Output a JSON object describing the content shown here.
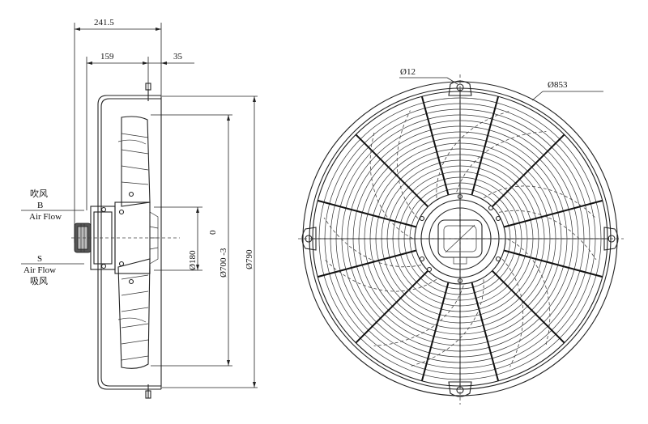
{
  "side_view": {
    "dim_total_depth": "241.5",
    "dim_motor_depth": "159",
    "dim_flange": "35",
    "dim_hub": "Ø180",
    "dim_blade": "Ø700 -3",
    "dim_blade_tol": "0",
    "dim_guard": "Ø790",
    "airflow_blow_cn": "吹风",
    "airflow_blow_code": "B",
    "airflow_blow_en": "Air Flow",
    "airflow_suck_code": "S",
    "airflow_suck_en": "Air Flow",
    "airflow_suck_cn": "吸风"
  },
  "front_view": {
    "dim_hole": "Ø12",
    "dim_outer": "Ø853"
  },
  "colors": {
    "line": "#222222",
    "fill_gray": "#bbbbbb",
    "background": "#ffffff"
  }
}
